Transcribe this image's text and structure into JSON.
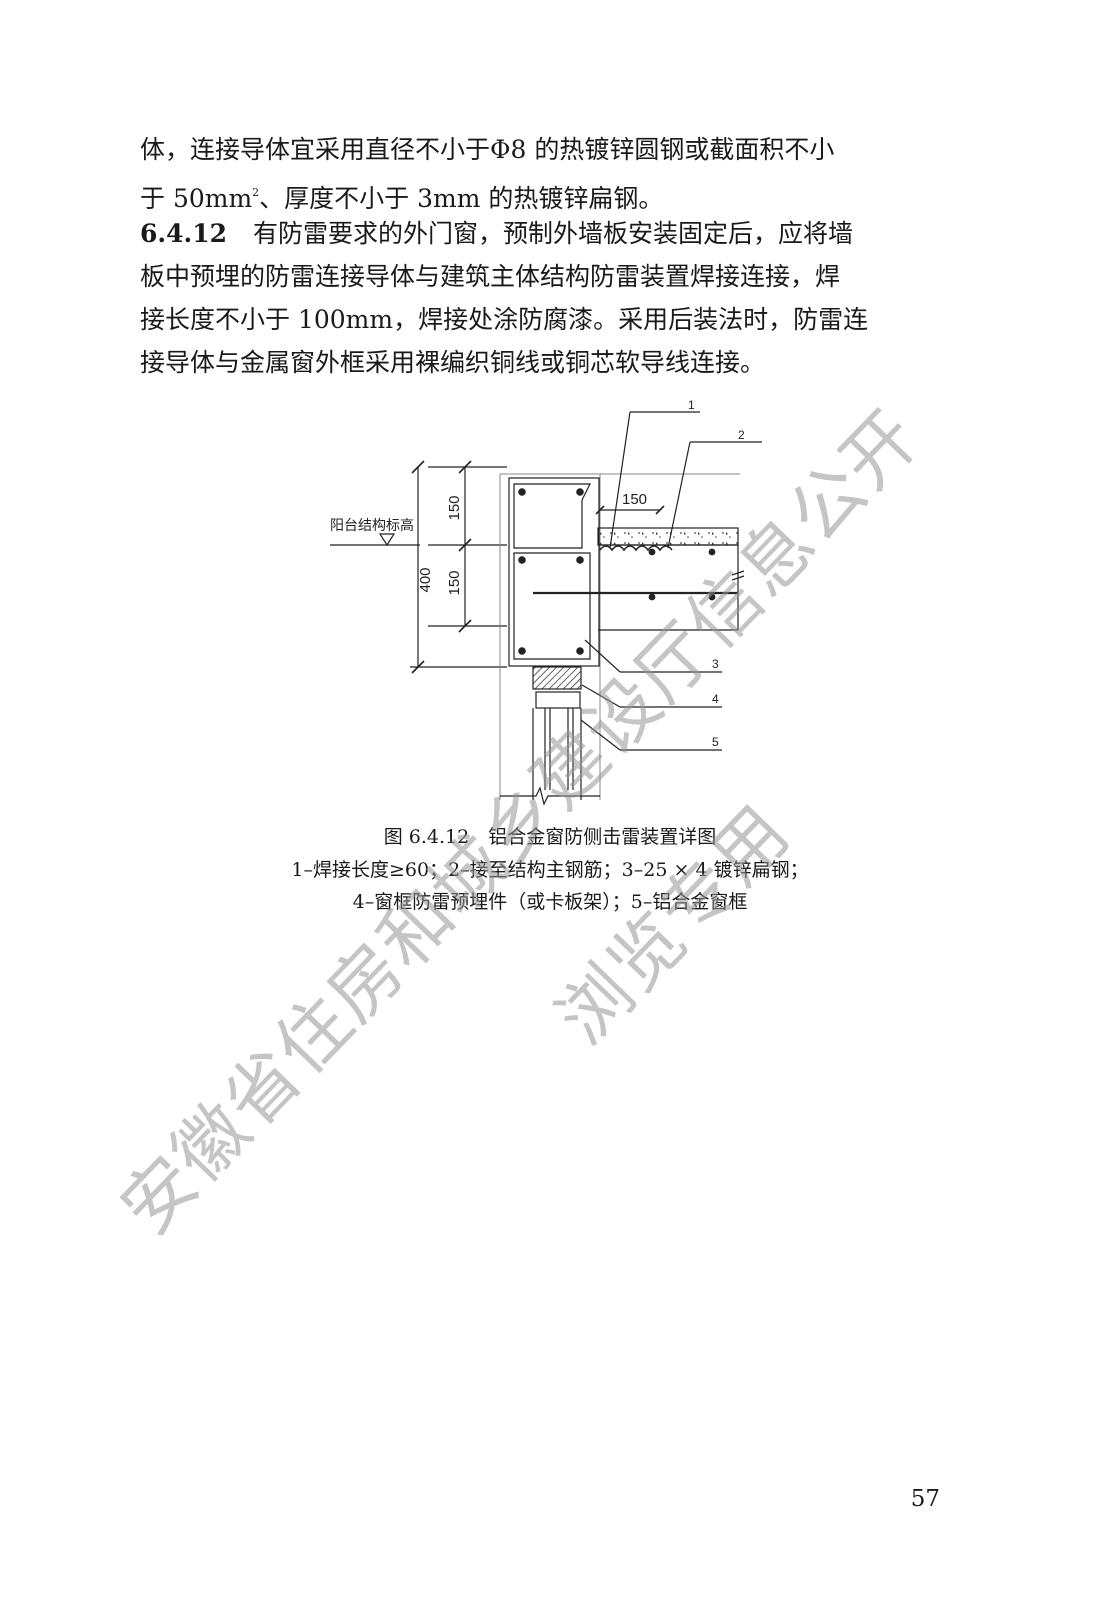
{
  "body_text": {
    "p1": {
      "line1": "体，连接导体宜采用直径不小于Φ8 的热镀锌圆钢或截面积不小",
      "line2_before": "于 50mm",
      "line2_sup": "2",
      "line2_after": "、厚度不小于 3mm 的热镀锌扁钢。"
    },
    "p2": {
      "clause_number": "6.4.12",
      "line1": "有防雷要求的外门窗，预制外墙板安装固定后，应将墙",
      "line2": "板中预埋的防雷连接导体与建筑主体结构防雷装置焊接连接，焊",
      "line3": "接长度不小于 100mm，焊接处涂防腐漆。采用后装法时，防雷连",
      "line4": "接导体与金属窗外框采用裸编织铜线或铜芯软导线连接。"
    }
  },
  "figure": {
    "elevation_label": "阳台结构标高",
    "dimensions": {
      "total": "400",
      "upper": "150",
      "lower": "150",
      "weld": "150"
    },
    "callouts": [
      "1",
      "2",
      "3",
      "4",
      "5"
    ],
    "caption_title": "图 6.4.12　铝合金窗防侧击雷装置详图",
    "legend_line1": "1–焊接长度≥60；2–接至结构主钢筋；3–25 × 4 镀锌扁钢；",
    "legend_line2": "4–窗框防雷预埋件（或卡板架）；5–铝合金窗框"
  },
  "page_number": "57",
  "watermark": {
    "line1": "安徽省住房和城乡建设厅信息公开",
    "line2": "浏览专用"
  }
}
